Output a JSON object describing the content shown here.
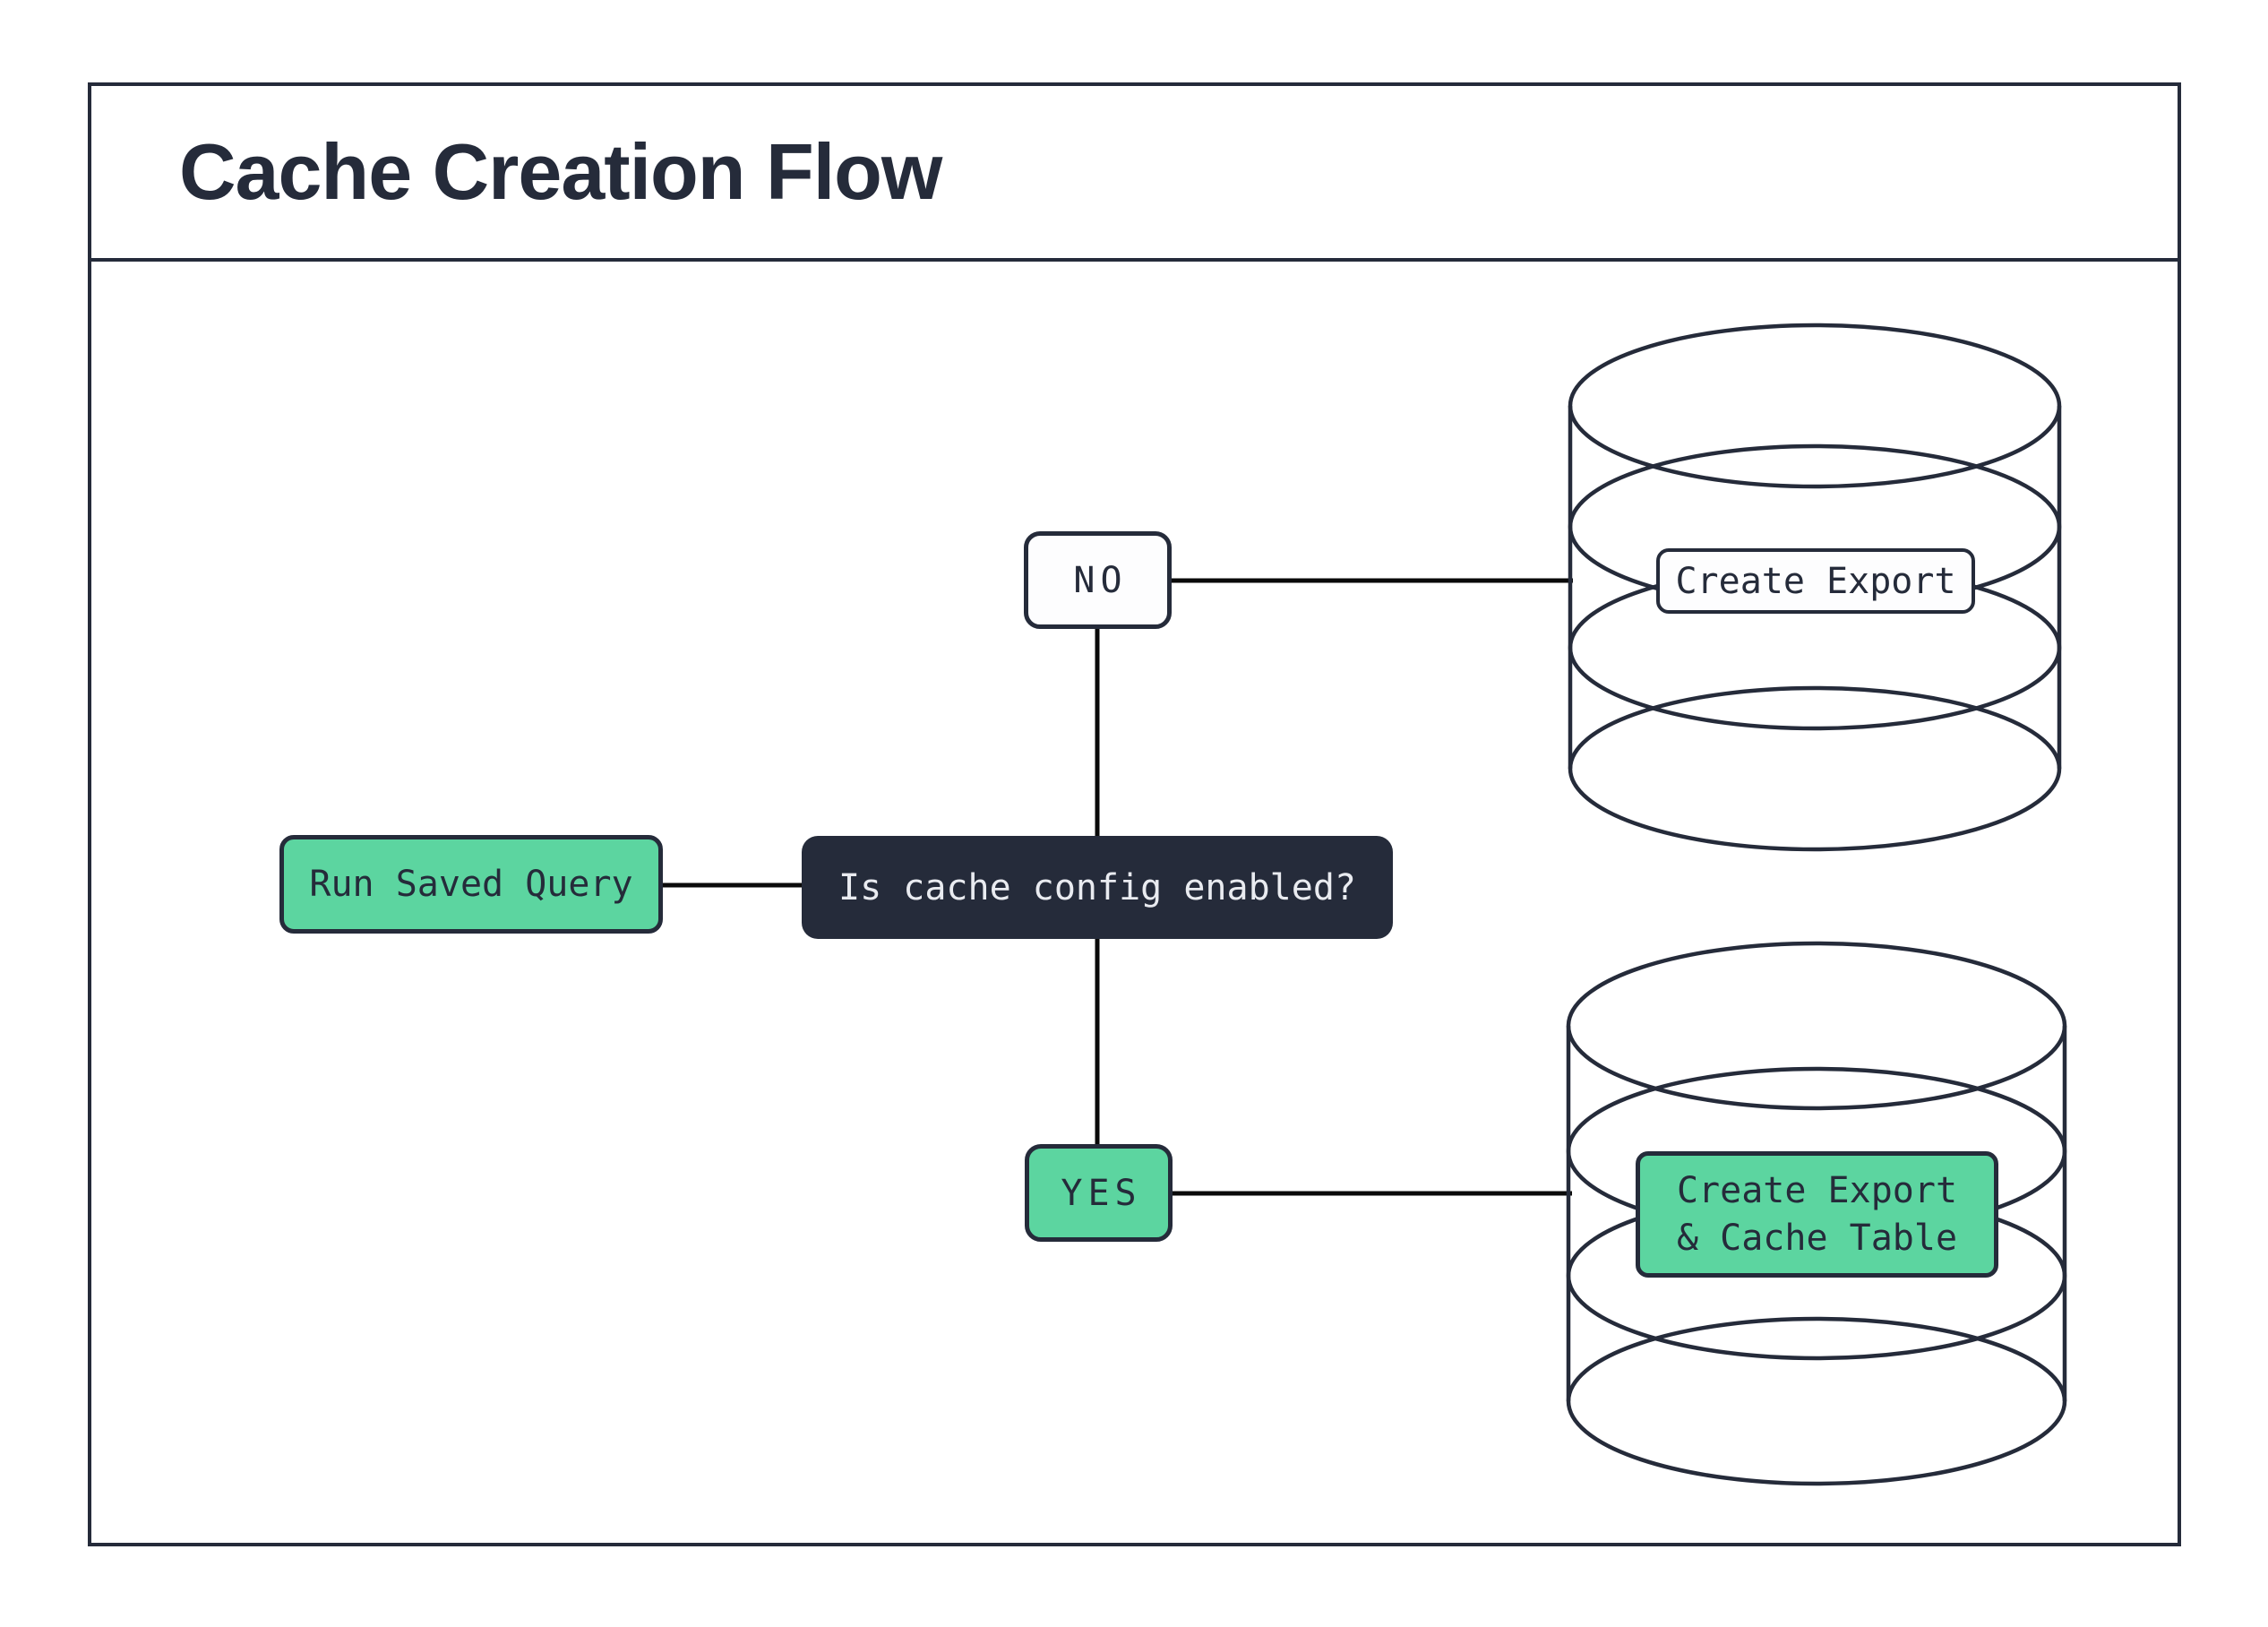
{
  "title": "Cache Creation Flow",
  "colors": {
    "ink": "#252b3a",
    "green": "#5cd5a0",
    "line": "#0a0a0a",
    "paper": "#ffffff",
    "text-light": "#e9ebf0"
  },
  "nodes": {
    "start": {
      "label": "Run Saved Query"
    },
    "decision": {
      "label": "Is cache config enabled?"
    },
    "branch_no": {
      "label": "NO"
    },
    "branch_yes": {
      "label": "YES"
    },
    "db_export": {
      "label": "Create Export"
    },
    "db_cache": {
      "label_line1": "Create Export",
      "label_line2": "& Cache Table"
    }
  }
}
